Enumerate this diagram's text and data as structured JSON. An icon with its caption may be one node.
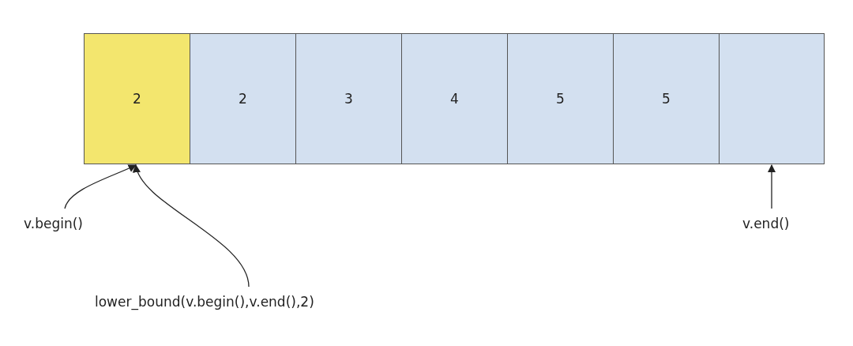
{
  "diagram": {
    "nodes": [
      {
        "text": [
          "2"
        ]
      },
      {
        "text": [
          "2"
        ]
      },
      {
        "text": [
          "3"
        ]
      },
      {
        "text": [
          "4"
        ]
      },
      {
        "text": [
          "5"
        ]
      },
      {
        "text": [
          "5"
        ]
      },
      {
        "text": [],
        "shape": "box"
      },
      {
        "text": [
          "v.begin()"
        ]
      },
      {
        "text": [
          "v.end()"
        ]
      },
      {
        "text": [
          "lower_bound(v.begin(),v.end(),2)"
        ]
      }
    ],
    "edges": [
      {
        "from": 7,
        "to": 0,
        "arrow": "to"
      },
      {
        "from": 9,
        "to": 0,
        "arrow": "to"
      },
      {
        "from": 8,
        "to": 6,
        "arrow": "to"
      }
    ]
  }
}
